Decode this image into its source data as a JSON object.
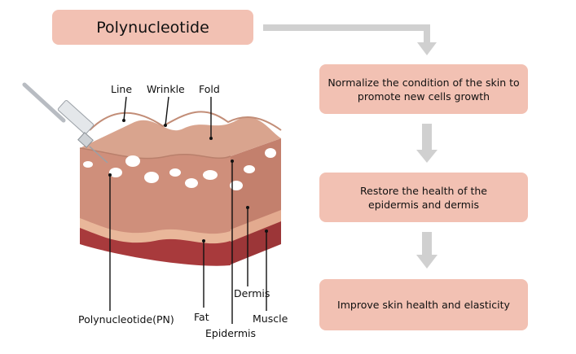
{
  "title": "Polynucleotide",
  "steps": [
    "Normalize the condition of the skin to promote new cells growth",
    "Restore the health of the epidermis and dermis",
    "Improve skin health and elasticity"
  ],
  "labels": {
    "line": "Line",
    "wrinkle": "Wrinkle",
    "fold": "Fold",
    "pn": "Polynucleotide(PN)",
    "fat": "Fat",
    "epidermis": "Epidermis",
    "dermis": "Dermis",
    "muscle": "Muscle"
  },
  "colors": {
    "box_fill": "#f2c1b3",
    "arrow": "#d0d0d0",
    "skin_top": "#d9a48e",
    "dermis_front": "#cf8f7b",
    "dermis_side": "#c3806d",
    "fat_band": "#e9b79a",
    "muscle": "#a83a3c"
  },
  "icons": [
    "syringe-icon",
    "flow-arrow-icon"
  ]
}
